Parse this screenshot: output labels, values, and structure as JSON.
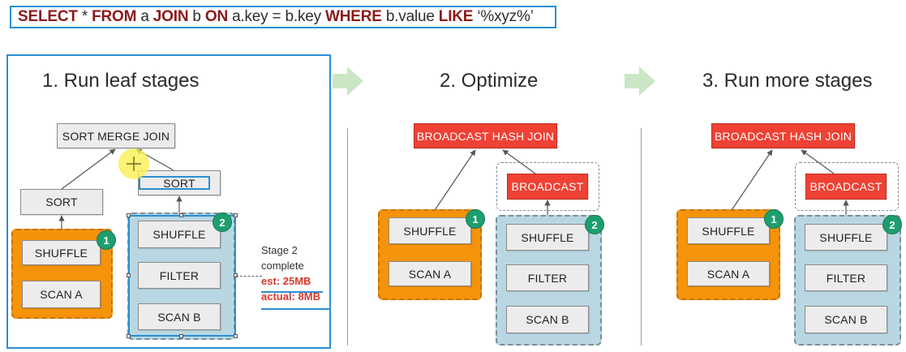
{
  "sql": [
    {
      "t": "SELECT",
      "kw": true
    },
    {
      "t": " * ",
      "kw": false
    },
    {
      "t": "FROM",
      "kw": true
    },
    {
      "t": " a ",
      "kw": false
    },
    {
      "t": "JOIN",
      "kw": true
    },
    {
      "t": " b ",
      "kw": false
    },
    {
      "t": "ON",
      "kw": true
    },
    {
      "t": " a.key = b.key ",
      "kw": false
    },
    {
      "t": "WHERE",
      "kw": true
    },
    {
      "t": " b.value ",
      "kw": false
    },
    {
      "t": "LIKE",
      "kw": true
    },
    {
      "t": " ‘%xyz%’",
      "kw": false
    }
  ],
  "panels": {
    "p1": {
      "title": "1.  Run leaf stages",
      "join": "SORT MERGE JOIN",
      "sort_left": "SORT",
      "sort_right": "SORT",
      "shuffle_a": "SHUFFLE",
      "scan_a": "SCAN A",
      "shuffle_b": "SHUFFLE",
      "filter_b": "FILTER",
      "scan_b": "SCAN B",
      "badge1": "1",
      "badge2": "2",
      "note_line1": "Stage 2",
      "note_line2": "complete",
      "note_est": "est: 25MB",
      "note_actual": "actual: 8MB"
    },
    "p2": {
      "title": "2. Optimize",
      "join": "BROADCAST HASH JOIN",
      "broadcast": "BROADCAST",
      "shuffle_a": "SHUFFLE",
      "scan_a": "SCAN A",
      "shuffle_b": "SHUFFLE",
      "filter_b": "FILTER",
      "scan_b": "SCAN B",
      "badge1": "1",
      "badge2": "2"
    },
    "p3": {
      "title": "3. Run more stages",
      "join": "BROADCAST HASH JOIN",
      "broadcast": "BROADCAST",
      "shuffle_a": "SHUFFLE",
      "scan_a": "SCAN A",
      "shuffle_b": "SHUFFLE",
      "filter_b": "FILTER",
      "scan_b": "SCAN B",
      "badge1": "1",
      "badge2": "2"
    }
  },
  "colors": {
    "keyword": "#8b1a1a",
    "highlight_blue": "#2a8fd4",
    "stage1_orange": "#f5930b",
    "stage2_blue": "#b9d7e2",
    "join_red": "#ef4134",
    "badge_green": "#1d9e6e",
    "note_red": "#d9382b"
  }
}
